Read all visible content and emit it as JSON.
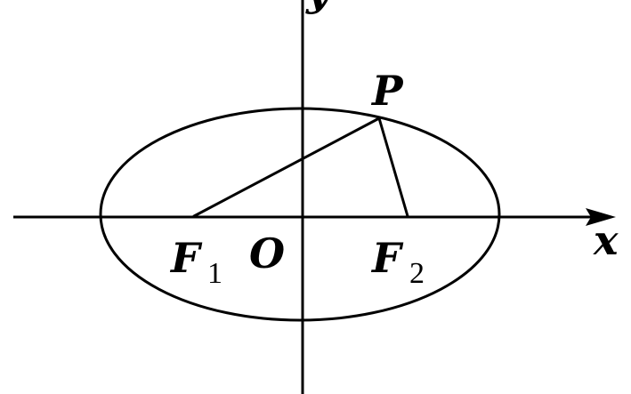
{
  "labels": {
    "y_axis": "y",
    "x_axis": "x",
    "origin": "O",
    "point": "P",
    "focus1_main": "F",
    "focus1_sub": "1",
    "focus2_main": "F",
    "focus2_sub": "2"
  },
  "colors": {
    "stroke": "#000000",
    "background": "#ffffff"
  }
}
